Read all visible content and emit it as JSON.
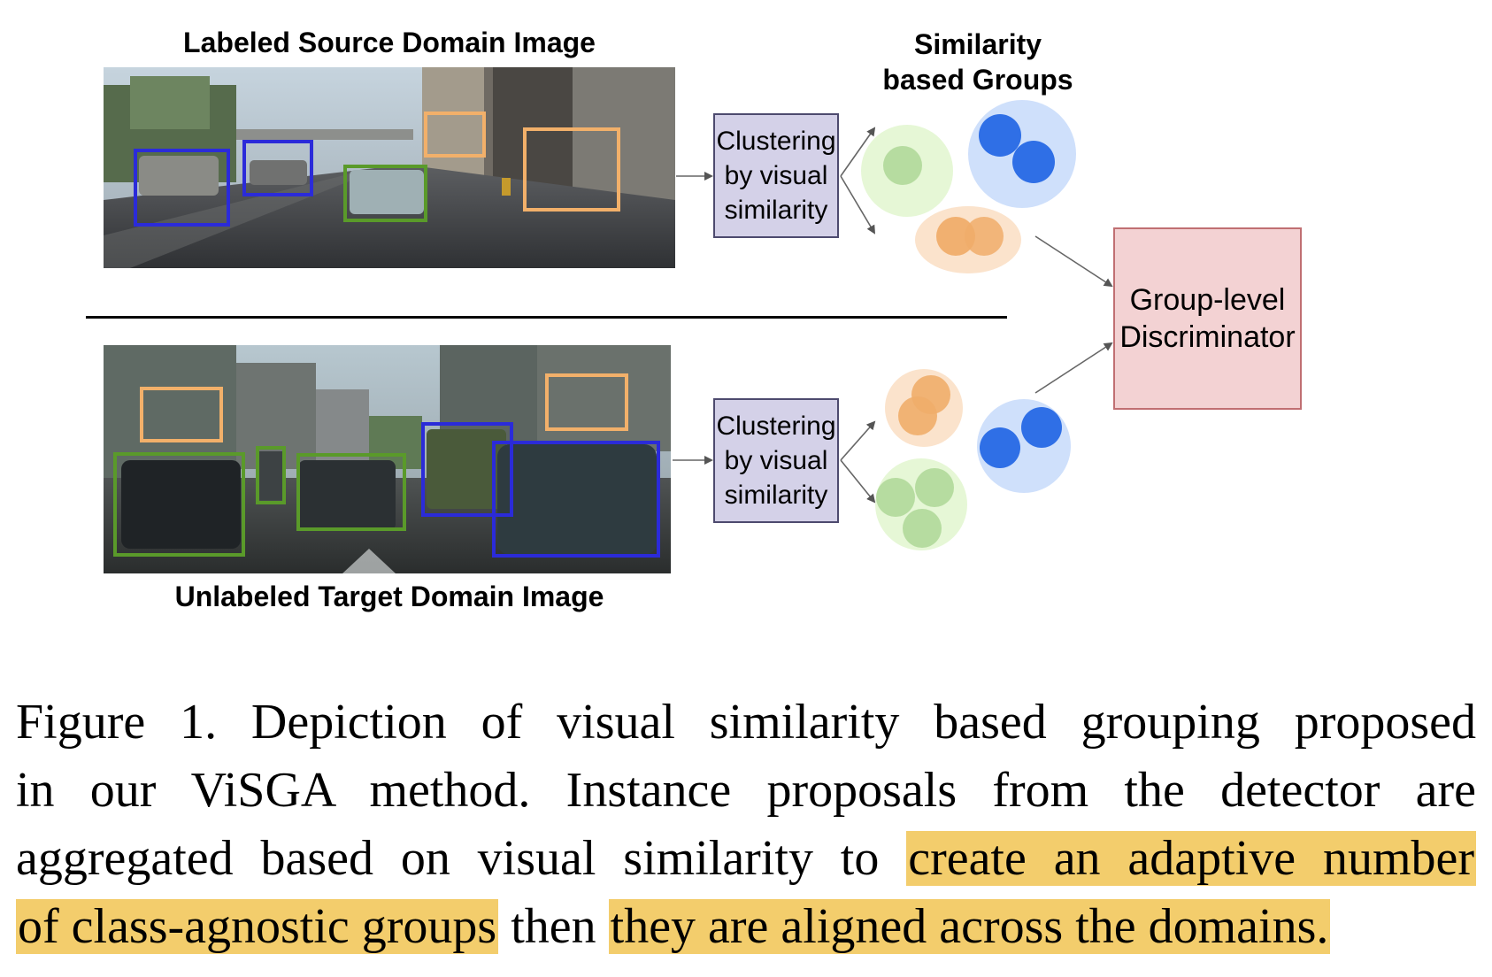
{
  "figure": {
    "source_title": "Labeled Source Domain Image",
    "target_title": "Unlabeled Target Domain Image",
    "groups_title": "Similarity\nbased Groups",
    "cluster_label_top": "Clustering\nby visual\nsimilarity",
    "cluster_label_bottom": "Clustering\nby visual\nsimilarity",
    "discriminator_label": "Group-level\nDiscriminator",
    "colors": {
      "box_blue": "#2b2bd9",
      "box_green": "#5a9a2a",
      "box_orange": "#f2b06a",
      "cluster_fill": "#d4d1e8",
      "discriminator_fill": "#f3d2d3",
      "group_blue_outer": "#cfe0fb",
      "group_blue_inner": "#2f6fe6",
      "group_green_outer": "#e6f7d6",
      "group_green_inner": "#b6dca0",
      "group_orange_outer": "#fbe3cc",
      "group_orange_inner": "#f0ad6a",
      "highlight": "#f3cd6c"
    }
  },
  "caption": {
    "line1": "Figure 1. Depiction of visual similarity based grouping proposed",
    "line2": "in our ViSGA method.  Instance proposals from the detector are",
    "line3_plain": "aggregated based on visual similarity to ",
    "line3_highlight": "create an adaptive number",
    "line4_highlight_a": "of class-agnostic groups",
    "line4_plain": " then ",
    "line4_highlight_b": "they are aligned across the domains."
  }
}
